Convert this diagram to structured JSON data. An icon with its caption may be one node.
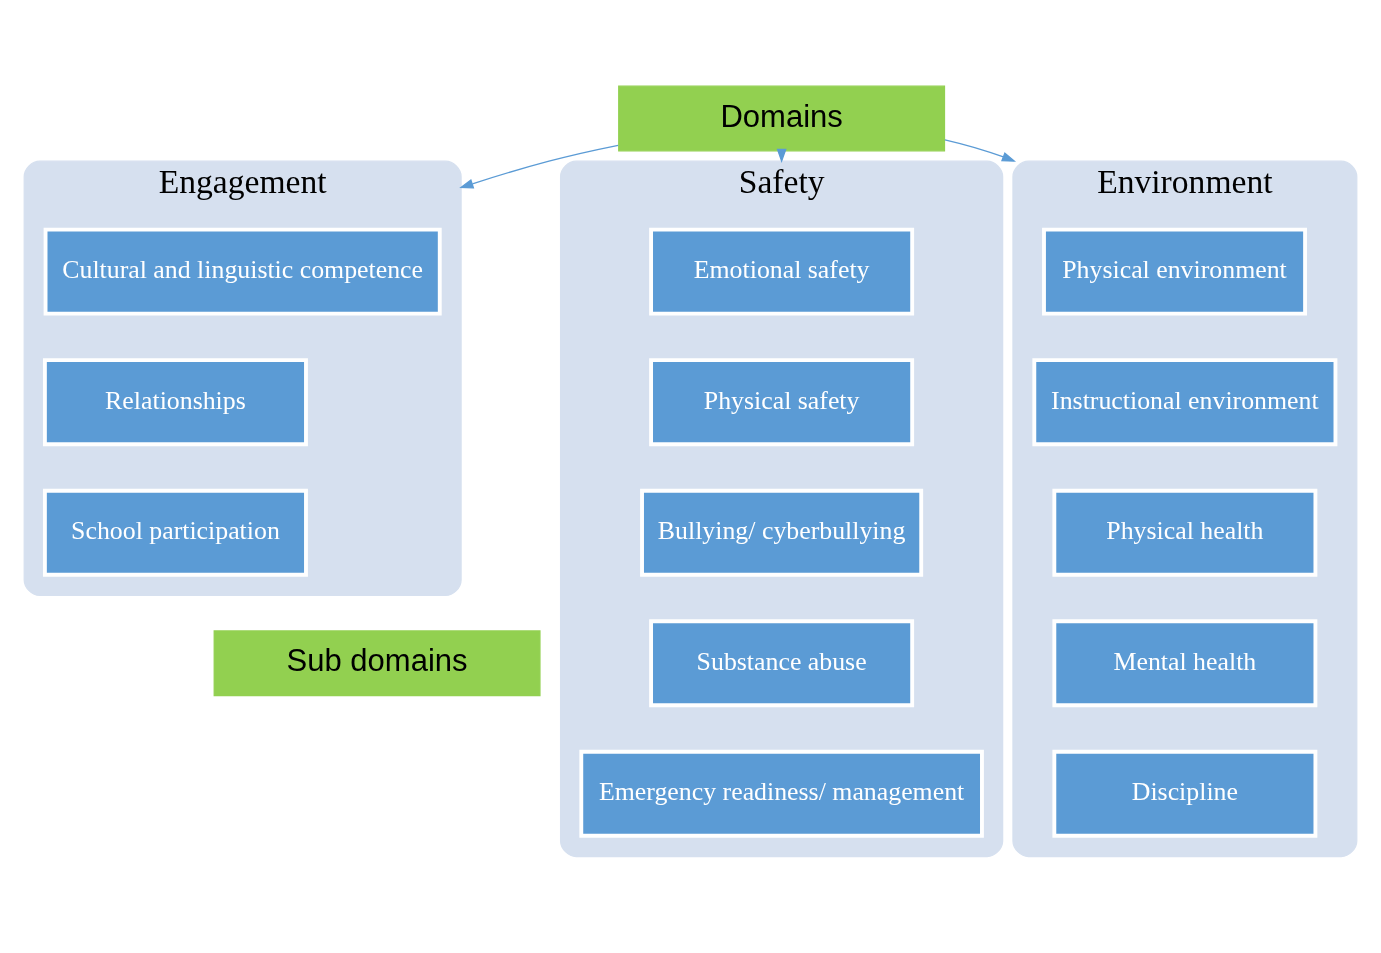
{
  "diagram": {
    "nodes": [
      {
        "text": [
          "Domains"
        ]
      },
      {
        "text": [
          "Engagement"
        ]
      },
      {
        "text": [
          "Cultural and linguistic competence"
        ],
        "in": 1
      },
      {
        "text": [
          "Relationships"
        ],
        "in": 1
      },
      {
        "text": [
          "School participation"
        ],
        "in": 1
      },
      {
        "text": [
          "Safety"
        ]
      },
      {
        "text": [
          "Emotional safety"
        ],
        "in": 5
      },
      {
        "text": [
          "Physical safety"
        ],
        "in": 5
      },
      {
        "text": [
          "Bullying/ cyberbullying"
        ],
        "in": 5
      },
      {
        "text": [
          "Substance abuse"
        ],
        "in": 5
      },
      {
        "text": [
          "Emergency readiness/ management"
        ],
        "in": 5
      },
      {
        "text": [
          "Environment"
        ]
      },
      {
        "text": [
          "Physical environment"
        ],
        "in": 11
      },
      {
        "text": [
          "Instructional environment"
        ],
        "in": 11
      },
      {
        "text": [
          "Physical health"
        ],
        "in": 11
      },
      {
        "text": [
          "Mental health"
        ],
        "in": 11
      },
      {
        "text": [
          "Discipline"
        ],
        "in": 11
      },
      {
        "text": [
          "Sub domains"
        ]
      }
    ],
    "edges": [
      {
        "from": 0,
        "to": 1,
        "arrow": "to"
      },
      {
        "from": 0,
        "to": 5,
        "arrow": "to"
      },
      {
        "from": 0,
        "to": 11,
        "arrow": "to"
      }
    ]
  }
}
